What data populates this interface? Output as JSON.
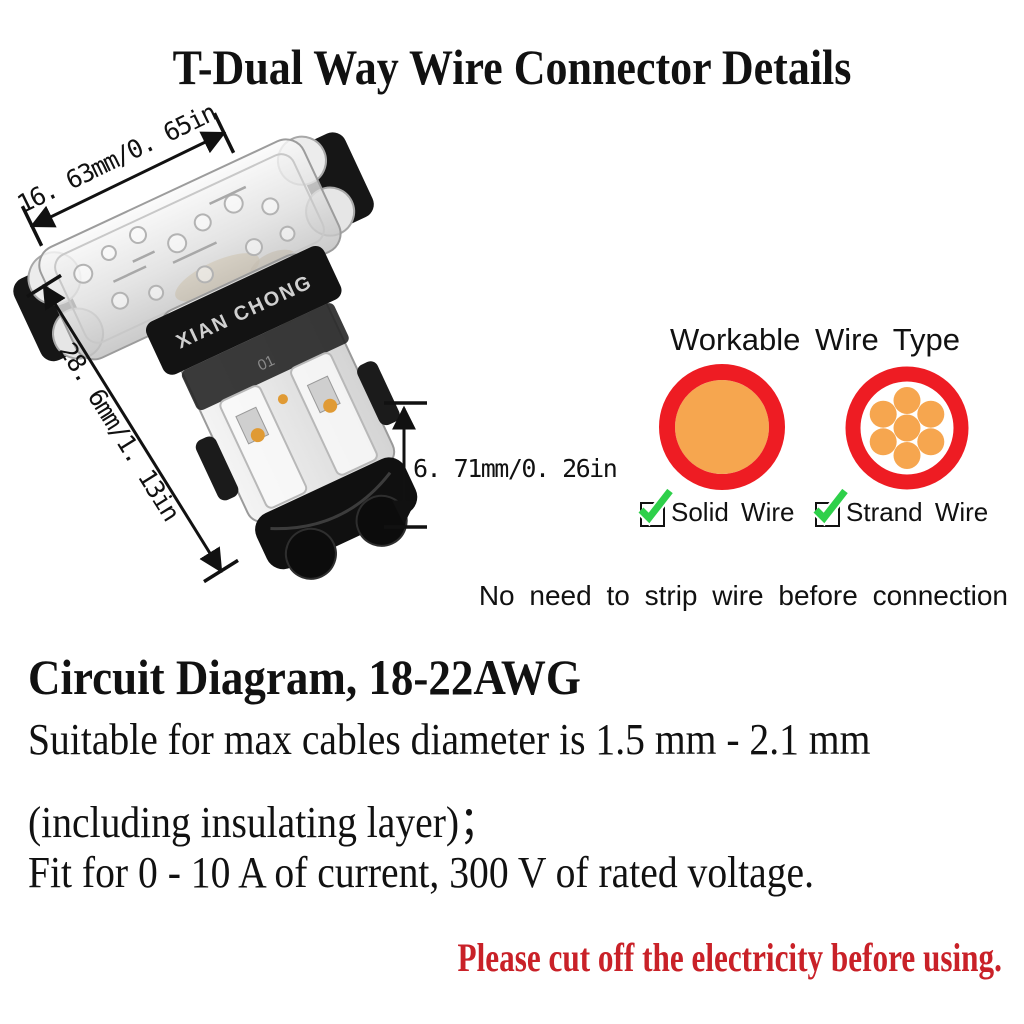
{
  "page": {
    "title": "T-Dual Way Wire Connector Details"
  },
  "product": {
    "brand_text": "XIAN CHONG",
    "stem_mark": "01",
    "dim_width_label": "16. 63mm/0. 65in",
    "dim_length_label": "28. 6mm/1. 13in",
    "dim_stem_label": "6. 71mm/0. 26in"
  },
  "wire_types": {
    "heading": "Workable Wire Type",
    "solid_label": "Solid Wire",
    "strand_label": "Strand Wire",
    "check_icon": "check-mark",
    "colors": {
      "ring_red": "#ee1c23",
      "copper_orange": "#f6a64f",
      "check_green": "#2ed04a"
    }
  },
  "notes": {
    "no_strip": "No need to strip wire before connection",
    "section_heading": "Circuit Diagram, 18-22AWG",
    "line_diameter": "Suitable for max cables diameter is 1.5 mm - 2.1 mm",
    "line_insulating": "(including insulating layer)；",
    "line_rating": "Fit for 0 - 10 A of current, 300 V of rated voltage.",
    "warning": "Please cut off the electricity before using.",
    "warning_color": "#c92128"
  }
}
